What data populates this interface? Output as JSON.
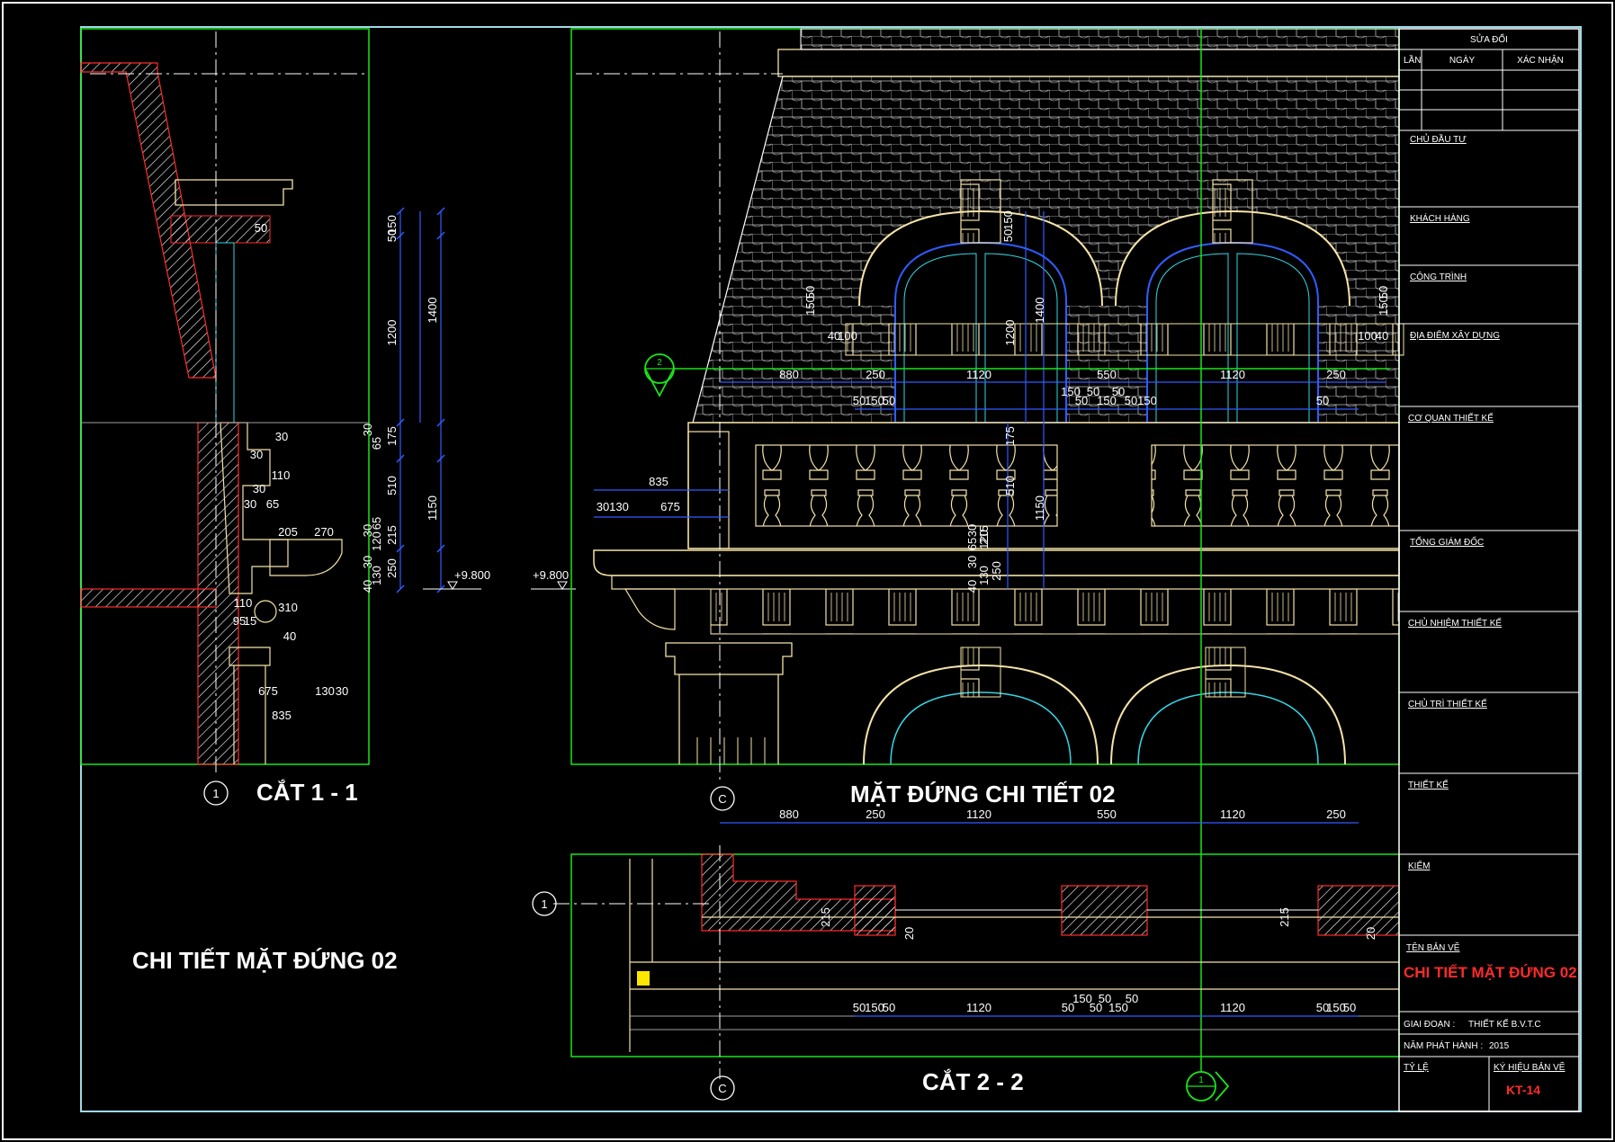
{
  "colors": {
    "background": "#000000",
    "frame": "#9ed9e8",
    "green": "#19e619",
    "blue": "#2f5cff",
    "white": "#ffffff",
    "cream": "#f5e3a8",
    "red": "#ff2b2b",
    "cyan": "#33d6e6",
    "gray": "#a0a0a0",
    "yellow": "#ffe600"
  },
  "titles": {
    "section_1": "CẮT 1 - 1",
    "elevation": "MẶT ĐỨNG CHI TIẾT 02",
    "section_2": "CẮT 2 - 2",
    "drawing_main": "CHI TIẾT MẶT ĐỨNG 02"
  },
  "grid_marks": {
    "one": "1",
    "c": "C",
    "two": "2"
  },
  "levels": {
    "section": "+9.800",
    "elevation": "+9.800"
  },
  "section_1": {
    "dims_vertical_outer": [
      "150",
      "50",
      "1200",
      "1400",
      "30",
      "65",
      "175",
      "510",
      "1150",
      "30",
      "120",
      "65",
      "215",
      "30",
      "130",
      "250",
      "40"
    ],
    "dims_horizontal": [
      "30",
      "30",
      "110",
      "30",
      "30",
      "65",
      "205",
      "270",
      "110",
      "95",
      "15",
      "310",
      "40",
      "675",
      "130",
      "30",
      "835",
      "50"
    ]
  },
  "elevation": {
    "dims_horizontal": [
      "880",
      "250",
      "1120",
      "550",
      "1120",
      "250"
    ],
    "dims_small": [
      "40",
      "100",
      "50",
      "150",
      "50",
      "150",
      "50",
      "50",
      "150",
      "50",
      "50",
      "150",
      "50",
      "100",
      "40"
    ],
    "dims_vertical": [
      "150",
      "50",
      "150",
      "50",
      "1200",
      "1400",
      "175",
      "510",
      "1150",
      "30",
      "65",
      "120",
      "215",
      "30",
      "130",
      "250",
      "40",
      "150",
      "50"
    ],
    "dims_left": [
      "835",
      "30",
      "130",
      "675"
    ]
  },
  "section_2": {
    "dims_top": [
      "880",
      "250",
      "1120",
      "550",
      "1120",
      "250"
    ],
    "dims_bottom": [
      "50",
      "150",
      "50",
      "1120",
      "50",
      "150",
      "50",
      "50",
      "150",
      "50",
      "1120",
      "50",
      "150",
      "50"
    ],
    "dims_side": [
      "215",
      "20",
      "215",
      "20"
    ]
  },
  "title_block": {
    "revision_header": "SỬA ĐỔI",
    "rev_col_1": "LẦN",
    "rev_col_2": "NGÀY",
    "rev_col_3": "XÁC NHẬN",
    "fields": [
      "CHỦ ĐẦU TƯ",
      "KHÁCH HÀNG",
      "CÔNG TRÌNH",
      "ĐỊA ĐIỂM XÂY DỰNG",
      "CƠ QUAN THIẾT KẾ",
      "TỔNG GIÁM ĐỐC",
      "CHỦ NHIỆM THIẾT KẾ",
      "CHỦ TRÌ THIẾT KẾ",
      "THIẾT KẾ",
      "KIỂM"
    ],
    "drawing_name_label": "TÊN BẢN VẼ",
    "drawing_name": "CHI TIẾT MẶT ĐỨNG 02",
    "stage_label": "GIAI ĐOẠN :",
    "stage_value": "THIẾT KẾ B.V.T.C",
    "year_label": "NĂM PHÁT HÀNH :",
    "year_value": "2015",
    "scale_label": "TỶ LỆ",
    "code_label": "KÝ HIỆU BẢN VẼ",
    "code_value": "KT-14"
  }
}
